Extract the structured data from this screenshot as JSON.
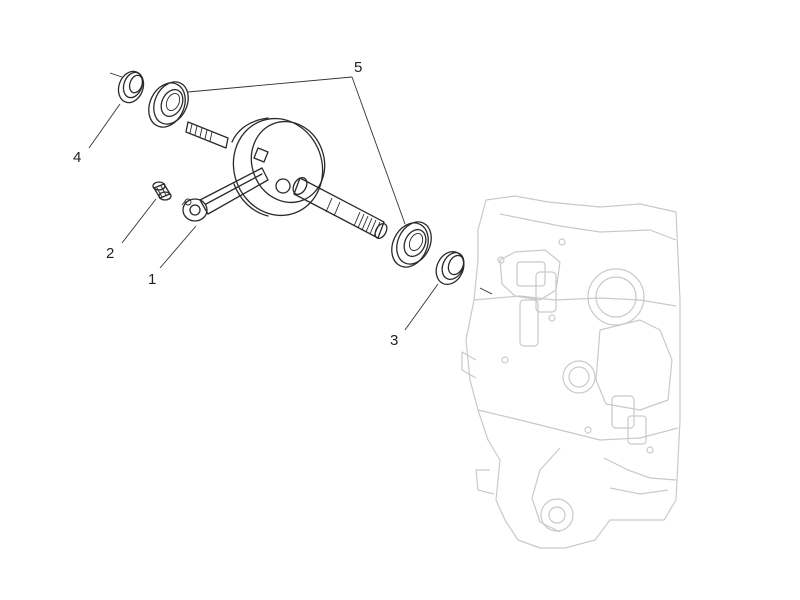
{
  "callouts": [
    {
      "id": "1",
      "label": "1"
    },
    {
      "id": "2",
      "label": "2"
    },
    {
      "id": "3",
      "label": "3"
    },
    {
      "id": "4",
      "label": "4"
    },
    {
      "id": "5",
      "label": "5"
    }
  ],
  "colors": {
    "ink": "#2a2a2a",
    "ghost": "#c9c9c9",
    "background": "#ffffff"
  }
}
